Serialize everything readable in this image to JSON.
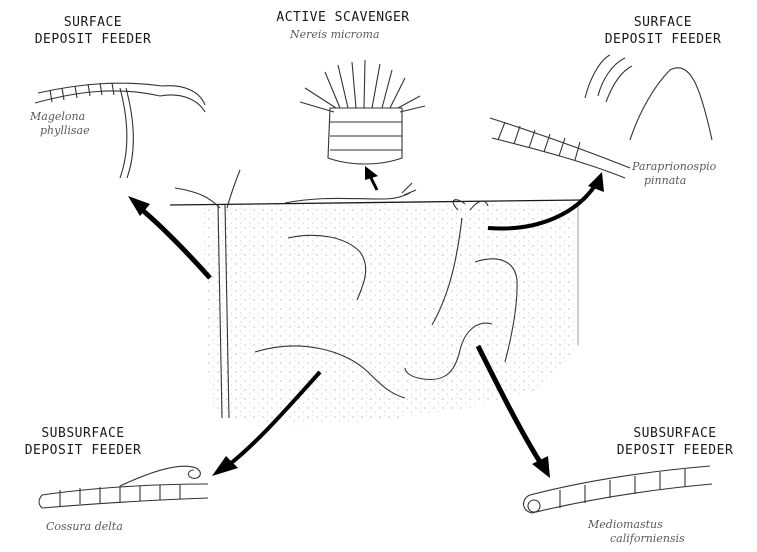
{
  "groups": [
    {
      "line1": "SURFACE",
      "line2": "DEPOSIT FEEDER",
      "species": [
        "Magelona",
        "phyllisae"
      ]
    },
    {
      "line1": "ACTIVE SCAVENGER",
      "species": [
        "Nereis microma"
      ]
    },
    {
      "line1": "SURFACE",
      "line2": "DEPOSIT FEEDER",
      "species": [
        "Paraprionospio",
        "pinnata"
      ]
    },
    {
      "line1": "SUBSURFACE",
      "line2": "DEPOSIT FEEDER",
      "species": [
        "Cossura delta"
      ]
    },
    {
      "line1": "SUBSURFACE",
      "line2": "DEPOSIT FEEDER",
      "species": [
        "Mediomastus",
        "californiensis"
      ]
    }
  ]
}
